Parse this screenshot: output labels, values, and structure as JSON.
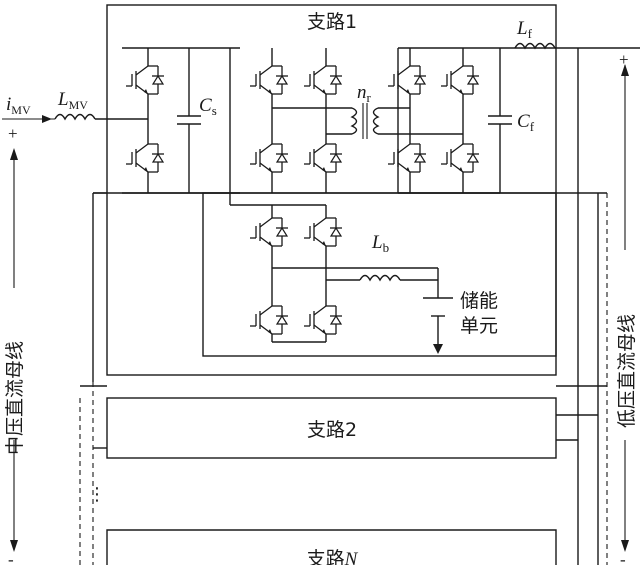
{
  "branches": {
    "b1": "支路1",
    "b2": "支路2",
    "bn_prefix": "支路",
    "bn_italic": "N",
    "dots": "⋮"
  },
  "labels": {
    "i_main": "i",
    "i_sub": "MV",
    "L_mv_main": "L",
    "L_mv_sub": "MV",
    "Cs_main": "C",
    "Cs_sub": "s",
    "nr_main": "n",
    "nr_sub": "r",
    "Lf_main": "L",
    "Lf_sub": "f",
    "Cf_main": "C",
    "Cf_sub": "f",
    "Lb_main": "L",
    "Lb_sub": "b",
    "storage_line1": "储能",
    "storage_line2": "单元",
    "bus_mv": "中压直流母线",
    "bus_lv": "低压直流母线",
    "plus": "+",
    "minus": "-"
  }
}
